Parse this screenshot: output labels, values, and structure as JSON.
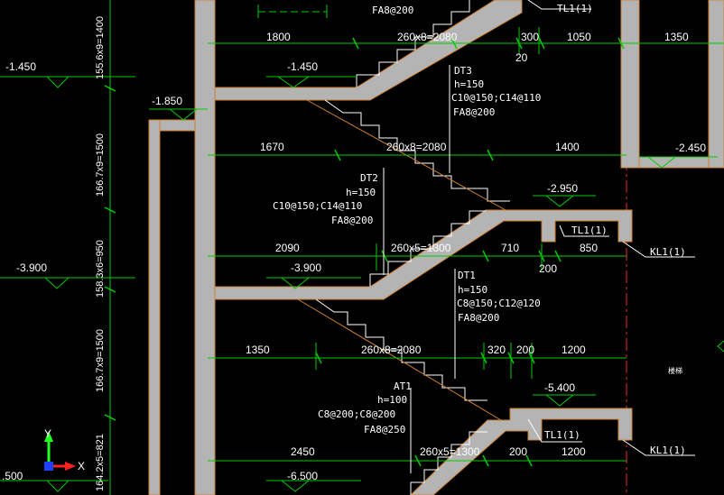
{
  "colors": {
    "background": "#000000",
    "concrete": "#b4b4b4",
    "outline": "#d08030",
    "dim_line": "#00cc00",
    "text": "#ffffff",
    "axis_red": "#cc2020",
    "axis_x": "#ff2020",
    "axis_y": "#20ff20",
    "axis_origin": "#2040ff",
    "selection": "#ffffff"
  },
  "icons": {
    "ucs_origin": "ucs-axis-icon"
  },
  "ucs": {
    "x_label": "X",
    "y_label": "Y"
  },
  "levels": {
    "l1_450_left": "-1.450",
    "l1_450_mid": "-1.450",
    "l1_850": "-1.850",
    "l2_450": "-2.450",
    "l2_950": "-2.950",
    "l3_900_left": "-3.900",
    "l3_900_mid": "-3.900",
    "l5_400": "-5.400",
    "l6_500": "-6.500",
    "l_500_left": ".500"
  },
  "vertical_dims": {
    "d1": "155.6x9=1400",
    "d2": "166.7x9=1500",
    "d3": "158.3x6=950",
    "d4": "166.7x9=1500",
    "d5": "164.2x5=821"
  },
  "horizontal_dims": {
    "row1": [
      "1800",
      "260x8=2080",
      "300",
      "1050",
      "1350"
    ],
    "row1_extra": "20",
    "row2": [
      "1670",
      "260x8=2080",
      "1400"
    ],
    "row3": [
      "2090",
      "260x5=1300",
      "710",
      "850"
    ],
    "row3_extra": "200",
    "row4": [
      "1350",
      "260x8=2080",
      "320",
      "200",
      "1200"
    ],
    "row5": [
      "2450",
      "260x5=1300",
      "200",
      "1200"
    ]
  },
  "labels": {
    "top_fa": "FA8@200",
    "tl1_top": "TL1(1)",
    "dt3": [
      "DT3",
      "h=150",
      "C10@150;C14@110",
      "FA8@200"
    ],
    "dt2": [
      "DT2",
      "h=150",
      "C10@150;C14@110",
      "FA8@200"
    ],
    "dt1": [
      "DT1",
      "h=150",
      "C8@150;C12@120",
      "FA8@200"
    ],
    "at1": [
      "AT1",
      "h=100",
      "C8@200;C8@200",
      "FA8@250"
    ],
    "tl1_mid": "TL1(1)",
    "kl1_mid": "KL1(1)",
    "tl1_low": "TL1(1)",
    "kl1_low": "KL1(1)",
    "small_note": "楼梯"
  }
}
